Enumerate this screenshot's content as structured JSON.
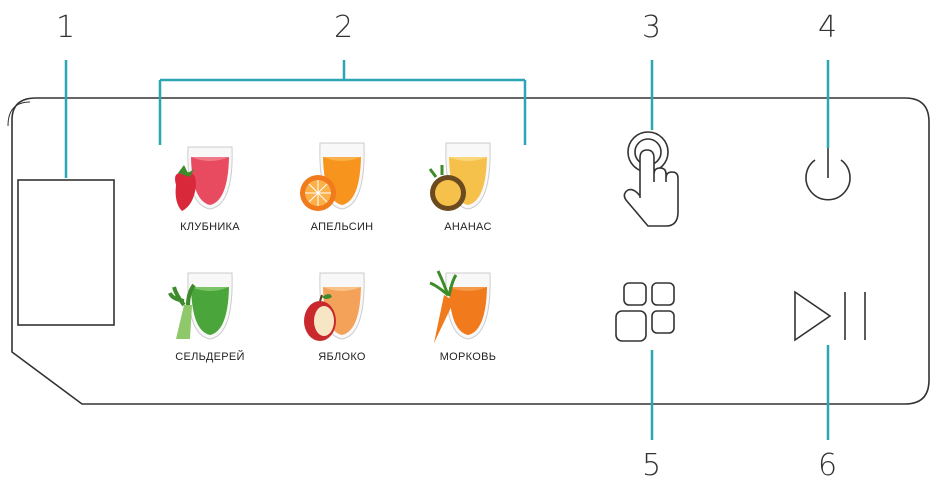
{
  "callouts": [
    "1",
    "2",
    "3",
    "4",
    "5",
    "6"
  ],
  "juices": [
    {
      "label": "КЛУБНИКА",
      "icon": "strawberry-juice-icon"
    },
    {
      "label": "АПЕЛЬСИН",
      "icon": "orange-juice-icon"
    },
    {
      "label": "АНАНАС",
      "icon": "pineapple-juice-icon"
    },
    {
      "label": "СЕЛЬДЕРЕЙ",
      "icon": "celery-juice-icon"
    },
    {
      "label": "ЯБЛОКО",
      "icon": "apple-juice-icon"
    },
    {
      "label": "МОРКОВЬ",
      "icon": "carrot-juice-icon"
    }
  ],
  "controls": {
    "touch": "touch-hand-icon",
    "power": "power-icon",
    "menu": "grid-menu-icon",
    "playpause": "play-pause-icon"
  },
  "colors": {
    "line": "#2aa6b4",
    "panel_stroke": "#333333",
    "strawberry": "#e84a5f",
    "orange": "#f7941d",
    "pineapple": "#f5c14b",
    "celery": "#4aa63a",
    "apple": "#f4a259",
    "carrot": "#f07a1c"
  }
}
